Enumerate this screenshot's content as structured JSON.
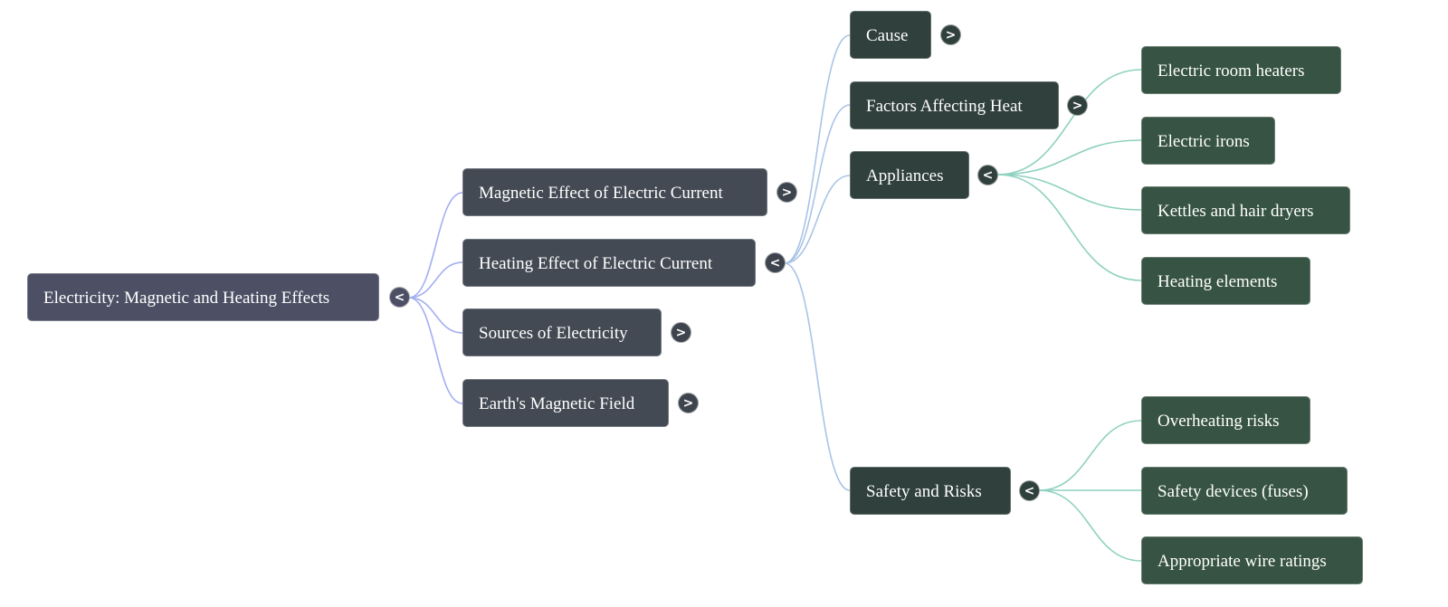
{
  "mindmap": {
    "root": {
      "label": "Electricity: Magnetic and Heating Effects",
      "toggle": "<"
    },
    "level1": [
      {
        "label": "Magnetic Effect of Electric Current",
        "toggle": ">"
      },
      {
        "label": "Heating Effect of Electric Current",
        "toggle": "<"
      },
      {
        "label": "Sources of Electricity",
        "toggle": ">"
      },
      {
        "label": "Earth's Magnetic Field",
        "toggle": ">"
      }
    ],
    "heating_children": [
      {
        "label": "Cause",
        "toggle": ">"
      },
      {
        "label": "Factors Affecting Heat",
        "toggle": ">"
      },
      {
        "label": "Appliances",
        "toggle": "<"
      },
      {
        "label": "Safety and Risks",
        "toggle": "<"
      }
    ],
    "appliances_children": [
      {
        "label": "Electric room heaters"
      },
      {
        "label": "Electric irons"
      },
      {
        "label": "Kettles and hair dryers"
      },
      {
        "label": "Heating elements"
      }
    ],
    "safety_children": [
      {
        "label": "Overheating risks"
      },
      {
        "label": "Safety devices (fuses)"
      },
      {
        "label": "Appropriate wire ratings"
      }
    ],
    "colors": {
      "root_link": "#a3aef2",
      "level2_link": "#a9c4e6",
      "level3_link": "#8fd1bf"
    }
  }
}
